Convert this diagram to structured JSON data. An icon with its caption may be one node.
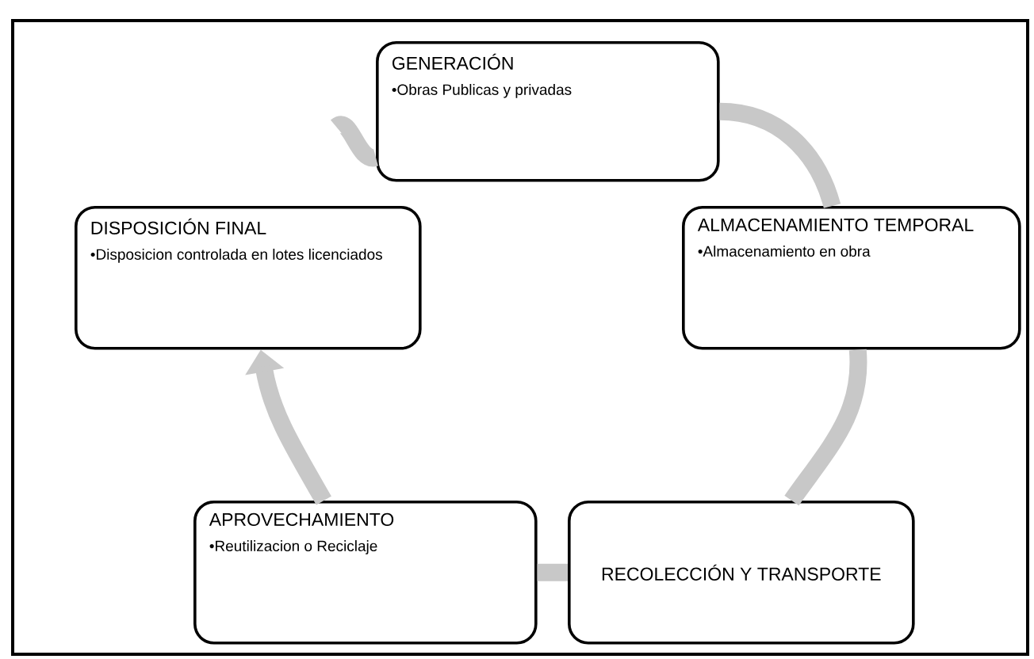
{
  "diagram": {
    "nodes": [
      {
        "text": [
          "GENERACIÓN",
          "•Obras Publicas y privadas"
        ]
      },
      {
        "text": [
          "DISPOSICIÓN FINAL",
          "•Disposicion controlada en lotes licenciados"
        ]
      },
      {
        "text": [
          "ALMACENAMIENTO TEMPORAL",
          "•Almacenamiento en obra"
        ]
      },
      {
        "text": [
          "APROVECHAMIENTO",
          "•Reutilizacion o Reciclaje"
        ]
      },
      {
        "text": [
          "RECOLECCIÓN Y TRANSPORTE"
        ]
      }
    ],
    "edges": [
      {
        "from": null,
        "to": 0,
        "arrow": "none"
      },
      {
        "from": 0,
        "to": 2,
        "arrow": "none"
      },
      {
        "from": 2,
        "to": 4,
        "arrow": "none"
      },
      {
        "from": 4,
        "to": 3,
        "arrow": "none"
      },
      {
        "from": 3,
        "to": 1,
        "arrow": "to"
      }
    ]
  }
}
